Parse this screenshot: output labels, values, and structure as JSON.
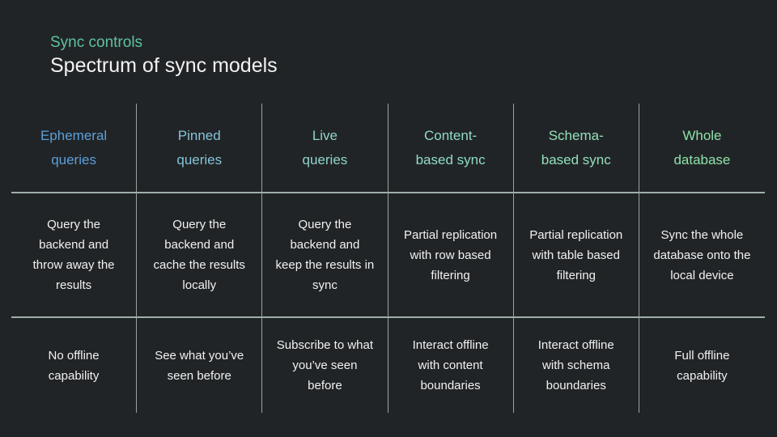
{
  "slide": {
    "eyebrow": "Sync controls",
    "title": "Spectrum of sync models"
  },
  "colors": {
    "background": "#212426",
    "eyebrow": "#5ec2a2",
    "title": "#f2f2f2",
    "body_text": "#f1f1f1",
    "grid_line": "#97a6a0"
  },
  "table": {
    "columns": [
      {
        "header": "Ephemeral queries",
        "header_line1": "Ephemeral",
        "header_line2": "queries",
        "header_color": "#5c9fd9",
        "description": "Query the backend and throw away the results",
        "offline": "No offline capability"
      },
      {
        "header": "Pinned queries",
        "header_line1": "Pinned",
        "header_line2": "queries",
        "header_color": "#84c3da",
        "description": "Query the backend and cache the results locally",
        "offline": "See what you’ve seen before"
      },
      {
        "header": "Live queries",
        "header_line1": "Live",
        "header_line2": "queries",
        "header_color": "#8fd5ca",
        "description": "Query the backend and keep the results in sync",
        "offline": "Subscribe to what you’ve seen before"
      },
      {
        "header": "Content-based sync",
        "header_line1": "Content-",
        "header_line2": "based sync",
        "header_color": "#90dcc6",
        "description": "Partial replication with row based filtering",
        "offline": "Interact offline with content boundaries"
      },
      {
        "header": "Schema-based sync",
        "header_line1": "Schema-",
        "header_line2": "based sync",
        "header_color": "#92e0ba",
        "description": "Partial replication with table based filtering",
        "offline": "Interact offline with schema boundaries"
      },
      {
        "header": "Whole database",
        "header_line1": "Whole",
        "header_line2": "database",
        "header_color": "#8ce2a9",
        "description": "Sync the whole database onto the local device",
        "offline": "Full offline capability"
      }
    ]
  }
}
